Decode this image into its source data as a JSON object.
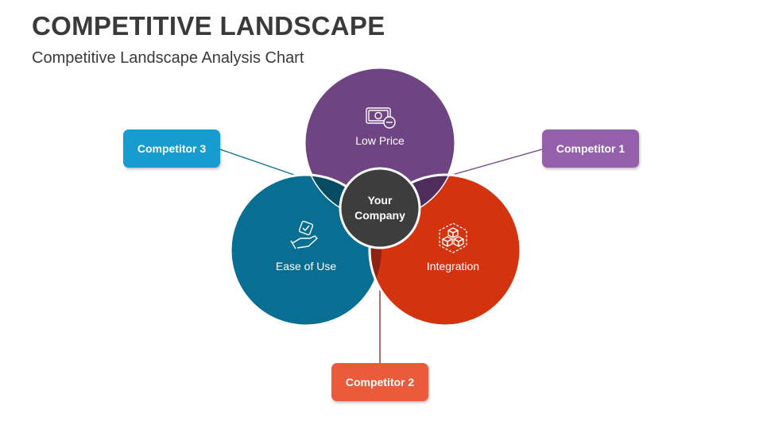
{
  "title": "COMPETITIVE LANDSCAPE",
  "subtitle": "Competitive Landscape Analysis Chart",
  "circles": {
    "top": {
      "label": "Low Price",
      "icon": "money-icon",
      "color": "#6f4482"
    },
    "left": {
      "label": "Ease of Use",
      "icon": "hand-checkmark-icon",
      "color": "#086e92"
    },
    "right": {
      "label": "Integration",
      "icon": "cubes-icon",
      "color": "#d3330f"
    }
  },
  "center": {
    "line1": "Your",
    "line2": "Company",
    "color": "#3d3d3d"
  },
  "competitors": {
    "c1": {
      "label": "Competitor 1",
      "color": "#9460ab"
    },
    "c2": {
      "label": "Competitor 2",
      "color": "#ec5a3c"
    },
    "c3": {
      "label": "Competitor 3",
      "color": "#169ccf"
    }
  },
  "overlap_colors": {
    "top_left": "#064c63",
    "top_right": "#4e2c5c",
    "left_right": "#8e2311"
  }
}
